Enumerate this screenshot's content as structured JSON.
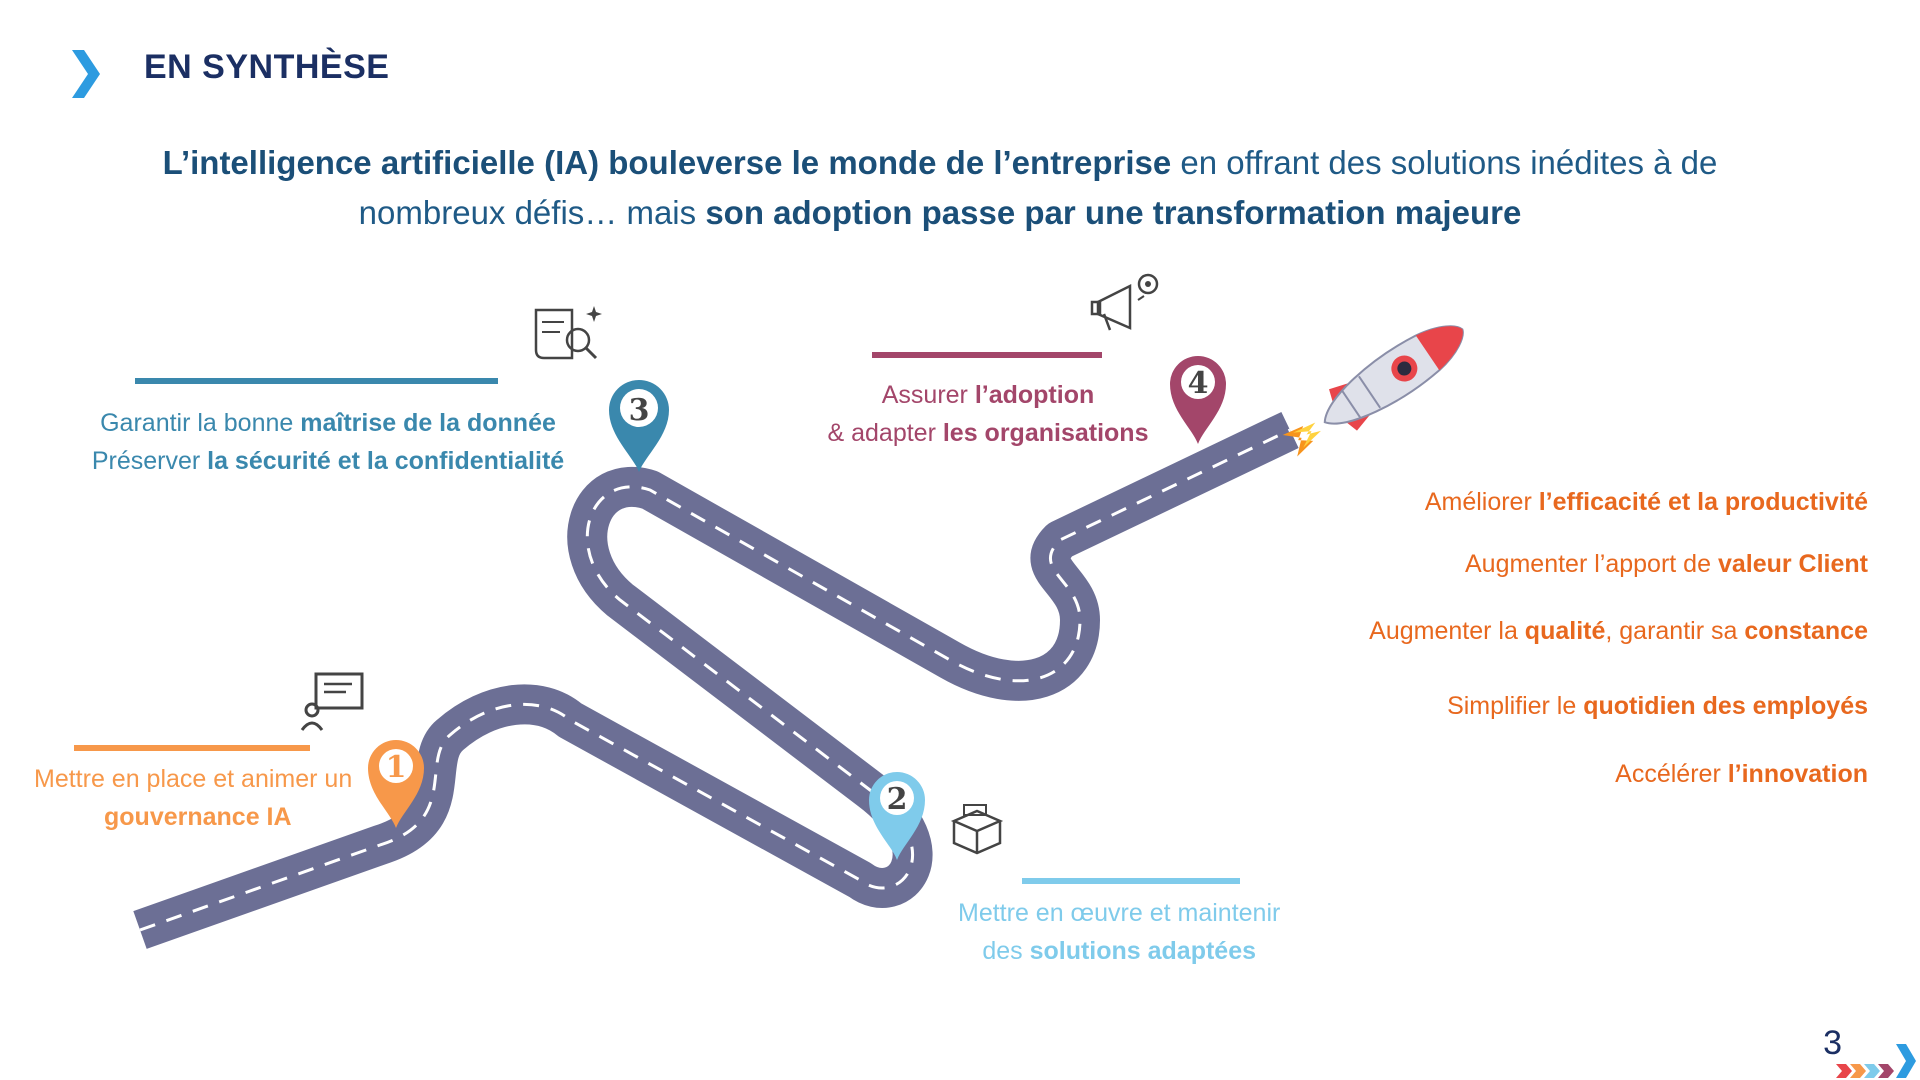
{
  "header": {
    "title": "EN SYNTHÈSE",
    "chevron_icon": "chevron-right-icon",
    "color": "#1b2f63",
    "accent": "#2d9be0"
  },
  "intro": {
    "p1_bold": "L’intelligence artificielle (IA) bouleverse le monde de l’entreprise",
    "p2": " en offrant des solutions inédites à de nombreux défis… mais ",
    "p3_bold": "son adoption passe par une transformation majeure"
  },
  "road": {
    "color": "#6c6f95",
    "dash_color": "#ffffff"
  },
  "steps": [
    {
      "number": "1",
      "color": "#f7984a",
      "icon": "presentation-board-icon",
      "line1": "Mettre en place et animer un",
      "line2_bold": "gouvernance IA"
    },
    {
      "number": "2",
      "color": "#7fcbeb",
      "icon": "open-box-icon",
      "line1": "Mettre en œuvre et maintenir",
      "line2_plain": "des ",
      "line2_bold": "solutions adaptées"
    },
    {
      "number": "3",
      "color": "#3a88ad",
      "icon": "document-search-icon",
      "line1_plain": "Garantir la bonne ",
      "line1_bold": "maîtrise de la donnée",
      "line2_plain": "Préserver ",
      "line2_bold": "la sécurité et la confidentialité"
    },
    {
      "number": "4",
      "color": "#a3466a",
      "icon": "megaphone-gear-icon",
      "line1_plain": "Assurer ",
      "line1_bold": "l’adoption",
      "line2_plain": "& adapter ",
      "line2_bold": "les organisations"
    }
  ],
  "rocket": {
    "icon": "rocket-icon"
  },
  "benefits": {
    "color": "#e8681e",
    "items": [
      {
        "plain": "Améliorer ",
        "bold": "l’efficacité et la productivité",
        "plain2": "",
        "bold2": ""
      },
      {
        "plain": "Augmenter l’apport de ",
        "bold": "valeur Client",
        "plain2": "",
        "bold2": ""
      },
      {
        "plain": "Augmenter la ",
        "bold": "qualité",
        "plain2": ", garantir sa ",
        "bold2": "constance"
      },
      {
        "plain": "Simplifier le ",
        "bold": "quotidien des employés",
        "plain2": "",
        "bold2": ""
      },
      {
        "plain": "Accélérer ",
        "bold": "l’innovation",
        "plain2": "",
        "bold2": ""
      }
    ]
  },
  "footer": {
    "page_number": "3",
    "logo_icon": "chevron-stripes-logo"
  }
}
